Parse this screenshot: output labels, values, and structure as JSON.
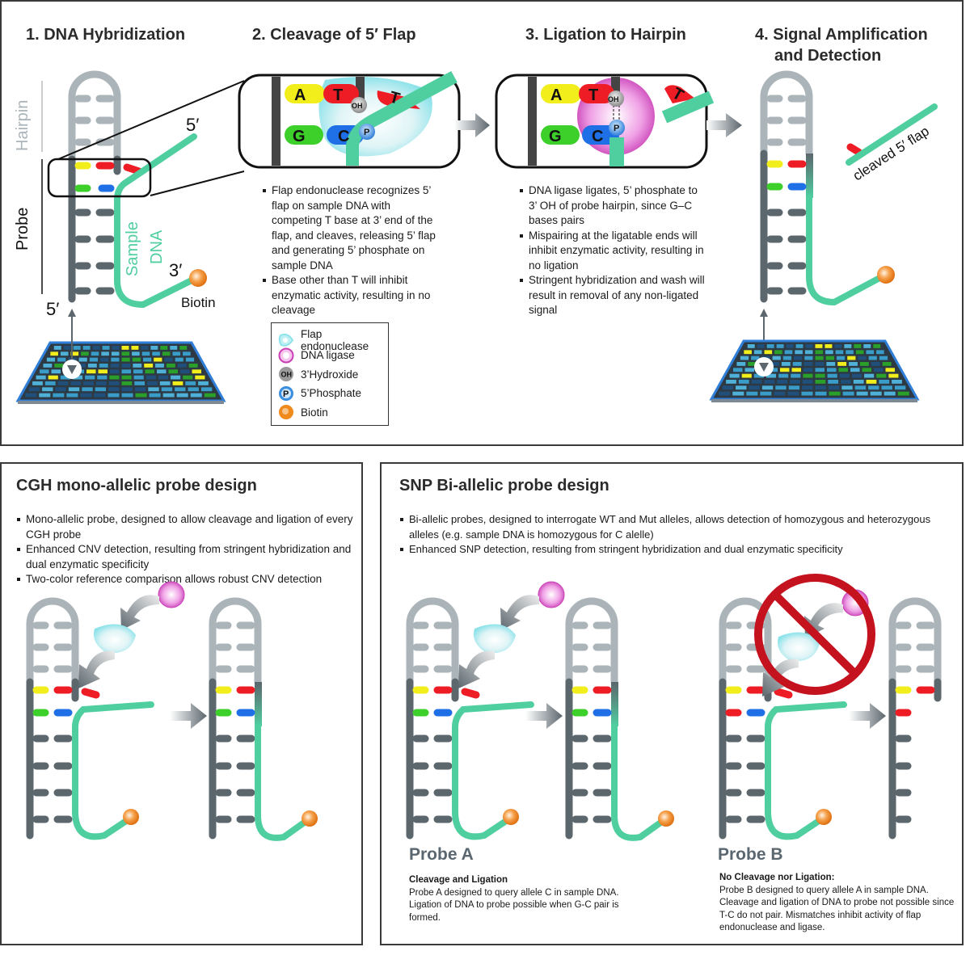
{
  "steps": [
    {
      "title": "1. DNA Hybridization"
    },
    {
      "title": "2. Cleavage of 5′ Flap",
      "bullets": [
        "Flap endonuclease recognizes 5’ flap on sample DNA with competing T base at 3’ end of the flap, and cleaves, releasing 5’ flap and generating 5’ phosphate on sample DNA",
        "Base other than T will inhibit enzymatic activity, resulting in no cleavage"
      ]
    },
    {
      "title": "3. Ligation to Hairpin",
      "bullets": [
        "DNA ligase ligates, 5’ phosphate to 3’ OH of probe hairpin, since G–C bases pairs",
        "Mispairing at the ligatable ends will inhibit enzymatic activity, resulting in no ligation",
        "Stringent hybridization and wash will result in removal of any non-ligated signal"
      ]
    },
    {
      "title_line1": "4. Signal Amplification",
      "title_line2": "and Detection"
    }
  ],
  "labels": {
    "hairpin": "Hairpin",
    "probe": "Probe",
    "sample_dna_1": "Sample",
    "sample_dna_2": "DNA",
    "five_prime": "5′",
    "three_prime": "3′",
    "biotin": "Biotin",
    "cleaved_flap": "cleaved 5′ flap"
  },
  "bases": {
    "A": "A",
    "T": "T",
    "G": "G",
    "C": "C",
    "OH": "OH",
    "P": "P"
  },
  "legend": [
    {
      "icon": "flap-endonuclease-icon",
      "label": "Flap endonuclease"
    },
    {
      "icon": "dna-ligase-icon",
      "label": "DNA ligase"
    },
    {
      "icon": "hydroxide-icon",
      "label": "3’Hydroxide",
      "glyph": "OH"
    },
    {
      "icon": "phosphate-icon",
      "label": "5’Phosphate",
      "glyph": "P"
    },
    {
      "icon": "biotin-icon",
      "label": "Biotin"
    }
  ],
  "cgh": {
    "title": "CGH mono-allelic probe design",
    "bullets": [
      "Mono-allelic probe, designed to allow cleavage and ligation of every CGH probe",
      "Enhanced CNV detection, resulting from stringent hybridization and dual enzymatic specificity",
      "Two-color reference comparison allows robust CNV detection"
    ]
  },
  "snp": {
    "title": "SNP Bi-allelic probe design",
    "bullets": [
      "Bi-allelic probes, designed to interrogate WT and Mut alleles, allows detection of homozygous and heterozygous alleles (e.g. sample DNA is homozygous for C alelle)",
      "Enhanced SNP detection, resulting from stringent hybridization and dual enzymatic specificity"
    ],
    "probe_a": {
      "label": "Probe A",
      "heading": "Cleavage and Ligation",
      "text": "Probe A designed to query allele C in sample DNA. Ligation of DNA to probe possible when G-C pair is formed."
    },
    "probe_b": {
      "label": "Probe B",
      "heading": "No Cleavage nor Ligation:",
      "text": "Probe B designed to query allele A in sample DNA. Cleavage and ligation of DNA to probe not possible since T-C do not pair. Mismatches inhibit activity of flap endonuclease and ligase."
    }
  },
  "colors": {
    "probe_dark": "#5b666d",
    "hairpin_light": "#aab4b9",
    "sample_dna": "#4fcea0",
    "base_A": "#f2ee1c",
    "base_T": "#ee1c24",
    "base_G": "#3dd02a",
    "base_C": "#1f6fe6",
    "biotin": "#f08a1c",
    "ligase": "#e070d0",
    "endonuclease": "#8ee3ea",
    "prohibit": "#c4121f"
  }
}
